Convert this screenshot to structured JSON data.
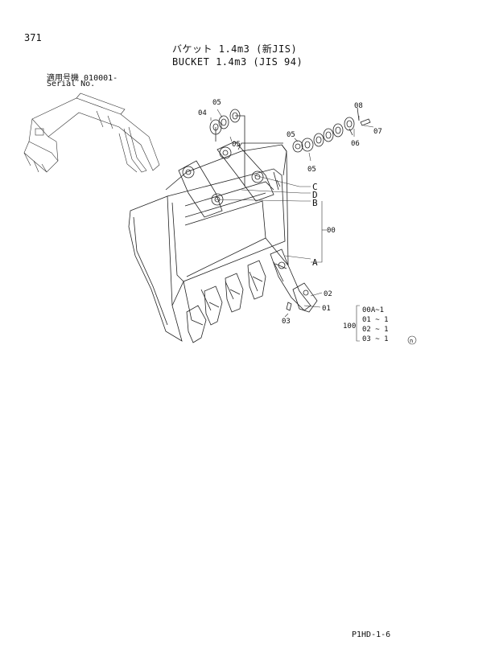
{
  "page_number": "371",
  "title_jp": "バケット 1.4m3 (新JIS)",
  "title_en": "BUCKET 1.4m3 (JIS 94)",
  "serial_label_jp": "適用号機",
  "serial_value": "010001-",
  "serial_label_en": "Serial No.",
  "doc_code": "P1HD-1-6",
  "callouts": {
    "c04": "04",
    "c05_a": "05",
    "c05_b": "05",
    "c05_c": "05",
    "c05_d": "05",
    "c08": "08",
    "c07": "07",
    "c06": "06",
    "cC": "C",
    "cD": "D",
    "cB": "B",
    "cA": "A",
    "c00": "00",
    "c02": "02",
    "c01": "01",
    "c03": "03"
  },
  "assembly": {
    "label": "100",
    "items": [
      "00A~1",
      "01 ~ 1",
      "02 ~ 1",
      "03 ~ 1"
    ]
  },
  "mark": "n"
}
